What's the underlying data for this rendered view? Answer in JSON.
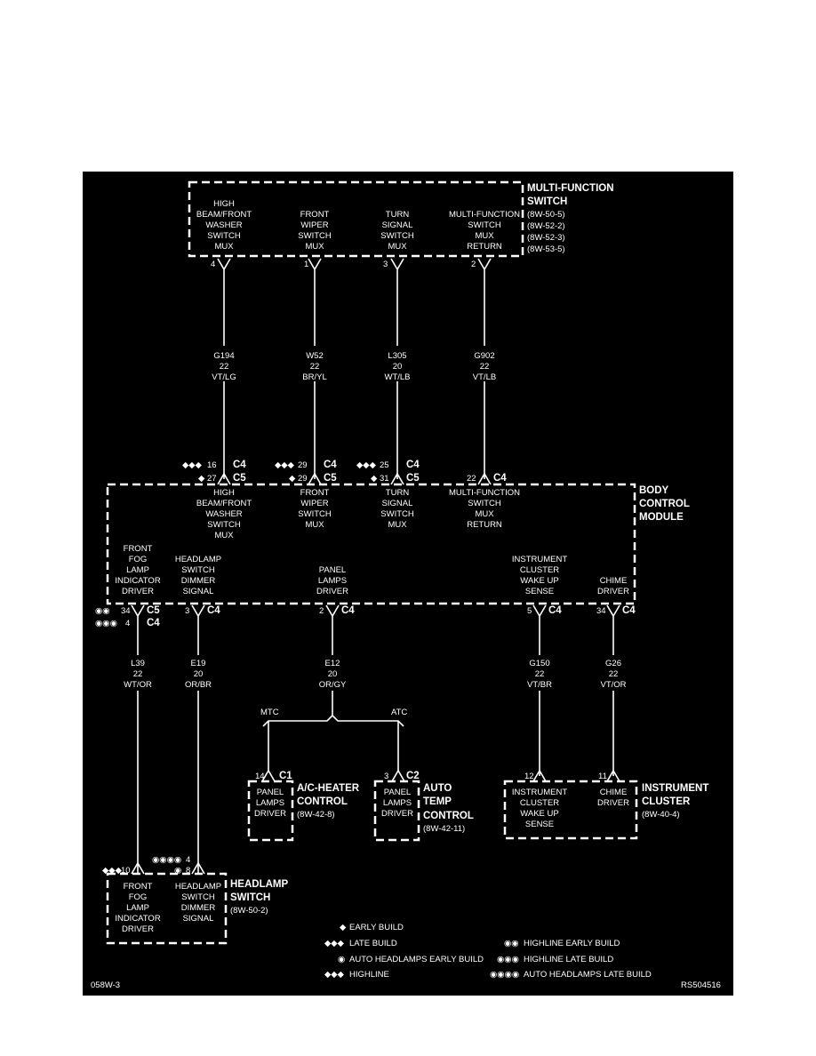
{
  "colors": {
    "background": "#000000",
    "ink": "#ffffff",
    "page": "#ffffff"
  },
  "mfs": {
    "title1": "MULTI-FUNCTION",
    "title2": "SWITCH",
    "refs": [
      "(8W-50-5)",
      "(8W-52-2)",
      "(8W-52-3)",
      "(8W-53-5)"
    ],
    "labels": [
      [
        "HIGH",
        "BEAM/FRONT",
        "WASHER",
        "SWITCH",
        "MUX"
      ],
      [
        "FRONT",
        "WIPER",
        "SWITCH",
        "MUX"
      ],
      [
        "TURN",
        "SIGNAL",
        "SWITCH",
        "MUX"
      ],
      [
        "MULTI-FUNCTION",
        "SWITCH",
        "MUX",
        "RETURN"
      ]
    ],
    "pins": [
      "4",
      "1",
      "3",
      "2"
    ]
  },
  "wires_top": [
    [
      "G194",
      "22",
      "VT/LG"
    ],
    [
      "W52",
      "22",
      "BR/YL"
    ],
    [
      "L305",
      "20",
      "WT/LB"
    ],
    [
      "G902",
      "22",
      "VT/LB"
    ]
  ],
  "bcm": {
    "title1": "BODY",
    "title2": "CONTROL",
    "title3": "MODULE",
    "top_conn": [
      {
        "sym_c4": "◆◆◆",
        "pin_c4": "16",
        "c4": "C4",
        "sym_c5": "◆",
        "pin_c5": "27",
        "c5": "C5"
      },
      {
        "sym_c4": "◆◆◆",
        "pin_c4": "29",
        "c4": "C4",
        "sym_c5": "◆",
        "pin_c5": "29",
        "c5": "C5"
      },
      {
        "sym_c4": "◆◆◆",
        "pin_c4": "25",
        "c4": "C4",
        "sym_c5": "◆",
        "pin_c5": "31",
        "c5": "C5"
      },
      {
        "pin": "22",
        "c4": "C4"
      }
    ],
    "top_labels": [
      [
        "HIGH",
        "BEAM/FRONT",
        "WASHER",
        "SWITCH",
        "MUX"
      ],
      [
        "FRONT",
        "WIPER",
        "SWITCH",
        "MUX"
      ],
      [
        "TURN",
        "SIGNAL",
        "SWITCH",
        "MUX"
      ],
      [
        "MULTI-FUNCTION",
        "SWITCH",
        "MUX",
        "RETURN"
      ]
    ],
    "bottom_labels": [
      [
        "FRONT",
        "FOG",
        "LAMP",
        "INDICATOR",
        "DRIVER"
      ],
      [
        "HEADLAMP",
        "SWITCH",
        "DIMMER",
        "SIGNAL"
      ],
      [
        "PANEL",
        "LAMPS",
        "DRIVER"
      ],
      [
        "INSTRUMENT",
        "CLUSTER",
        "WAKE UP",
        "SENSE"
      ],
      [
        "CHIME",
        "DRIVER"
      ]
    ],
    "bottom_conn": {
      "fog": {
        "sym1": "◉◉",
        "pin1": "34",
        "conn1": "C5",
        "sym2": "◉◉◉",
        "pin2": "4",
        "conn2": "C4"
      },
      "headlamp": {
        "pin": "3",
        "conn": "C4"
      },
      "panel": {
        "pin": "2",
        "conn": "C4"
      },
      "cluster": {
        "pin": "5",
        "conn": "C4"
      },
      "chime": {
        "pin": "34",
        "conn": "C4"
      }
    }
  },
  "wires_bottom": [
    [
      "L39",
      "22",
      "WT/OR"
    ],
    [
      "E19",
      "20",
      "OR/BR"
    ],
    [
      "E12",
      "20",
      "OR/GY"
    ],
    [
      "G150",
      "22",
      "VT/BR"
    ],
    [
      "G26",
      "22",
      "VT/OR"
    ]
  ],
  "splice": {
    "left": "MTC",
    "right": "ATC"
  },
  "ach": {
    "pin": "14",
    "conn": "C1",
    "labels": [
      "PANEL",
      "LAMPS",
      "DRIVER"
    ],
    "title1": "A/C-HEATER",
    "title2": "CONTROL",
    "ref": "(8W-42-8)"
  },
  "atc": {
    "pin": "3",
    "conn": "C2",
    "labels": [
      "PANEL",
      "LAMPS",
      "DRIVER"
    ],
    "title1": "AUTO",
    "title2": "TEMP",
    "title3": "CONTROL",
    "ref": "(8W-42-11)"
  },
  "ic": {
    "pin_left": "12",
    "pin_right": "11",
    "labels_left": [
      "INSTRUMENT",
      "CLUSTER",
      "WAKE UP",
      "SENSE"
    ],
    "labels_right": [
      "CHIME",
      "DRIVER"
    ],
    "title1": "INSTRUMENT",
    "title2": "CLUSTER",
    "ref": "(8W-40-4)"
  },
  "hls": {
    "fog_sym": "◆◆◆",
    "fog_pin": "10",
    "dim_sym1": "◉◉◉◉",
    "dim_pin1": "4",
    "dim_sym2": "◉",
    "dim_pin2": "8",
    "labels_left": [
      "FRONT",
      "FOG",
      "LAMP",
      "INDICATOR",
      "DRIVER"
    ],
    "labels_right": [
      "HEADLAMP",
      "SWITCH",
      "DIMMER",
      "SIGNAL"
    ],
    "title1": "HEADLAMP",
    "title2": "SWITCH",
    "ref": "(8W-50-2)"
  },
  "legend": [
    {
      "sym": "◆",
      "text": "EARLY BUILD"
    },
    {
      "sym": "◆◆◆",
      "text": "LATE BUILD"
    },
    {
      "sym": "◉",
      "text": "AUTO HEADLAMPS EARLY BUILD"
    },
    {
      "sym": "◆◆◆",
      "text": "HIGHLINE"
    },
    {
      "sym": "◉◉",
      "text": "HIGHLINE EARLY BUILD"
    },
    {
      "sym": "◉◉◉",
      "text": "HIGHLINE LATE BUILD"
    },
    {
      "sym": "◉◉◉◉",
      "text": "AUTO HEADLAMPS LATE BUILD"
    }
  ],
  "footer": {
    "left": "058W-3",
    "right": "RS504516"
  }
}
